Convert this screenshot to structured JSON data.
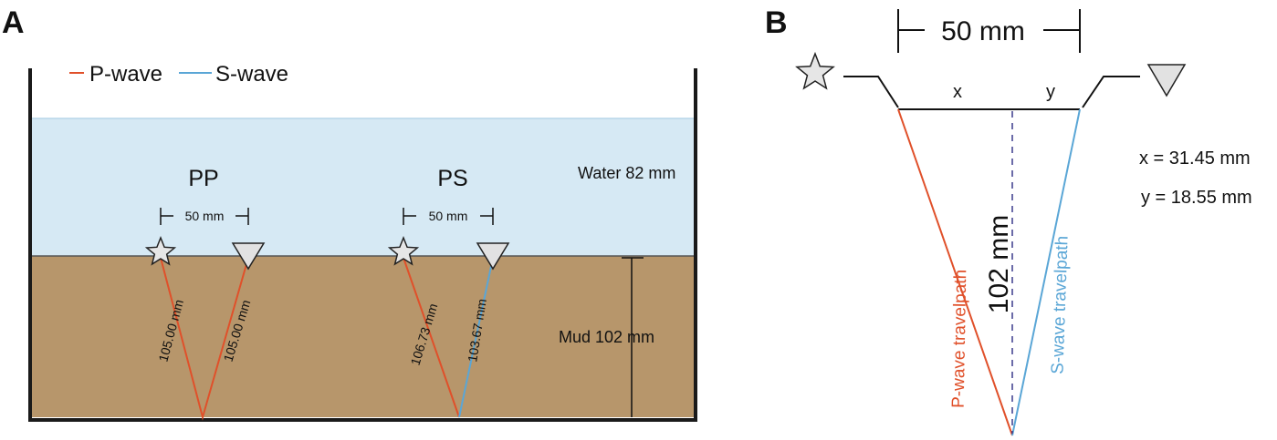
{
  "panel_a": {
    "letter": "A",
    "legend": {
      "p_wave": "P-wave",
      "s_wave": "S-wave"
    },
    "pp": {
      "title": "PP",
      "spacing": "50 mm",
      "left_path": "105.00 mm",
      "right_path": "105.00 mm"
    },
    "ps": {
      "title": "PS",
      "spacing": "50 mm",
      "left_path": "106.73 mm",
      "right_path": "103.67 mm"
    },
    "water_label": "Water 82 mm",
    "mud_label": "Mud  102 mm"
  },
  "panel_b": {
    "letter": "B",
    "spacing": "50 mm",
    "x_label": "x",
    "y_label": "y",
    "depth": "102 mm",
    "p_path": "P-wave travelpath",
    "s_path": "S-wave travelpath",
    "x_value": "x = 31.45 mm",
    "y_value": "y = 18.55 mm"
  },
  "colors": {
    "p_wave": "#e0502a",
    "s_wave": "#5aa6d6",
    "water": "#d6e9f4",
    "water_edge": "#b7d6ea",
    "mud": "#b7966b",
    "depth_dash": "#3a3a8c"
  },
  "icons": {
    "source": "star-icon",
    "receiver": "triangle-icon"
  }
}
